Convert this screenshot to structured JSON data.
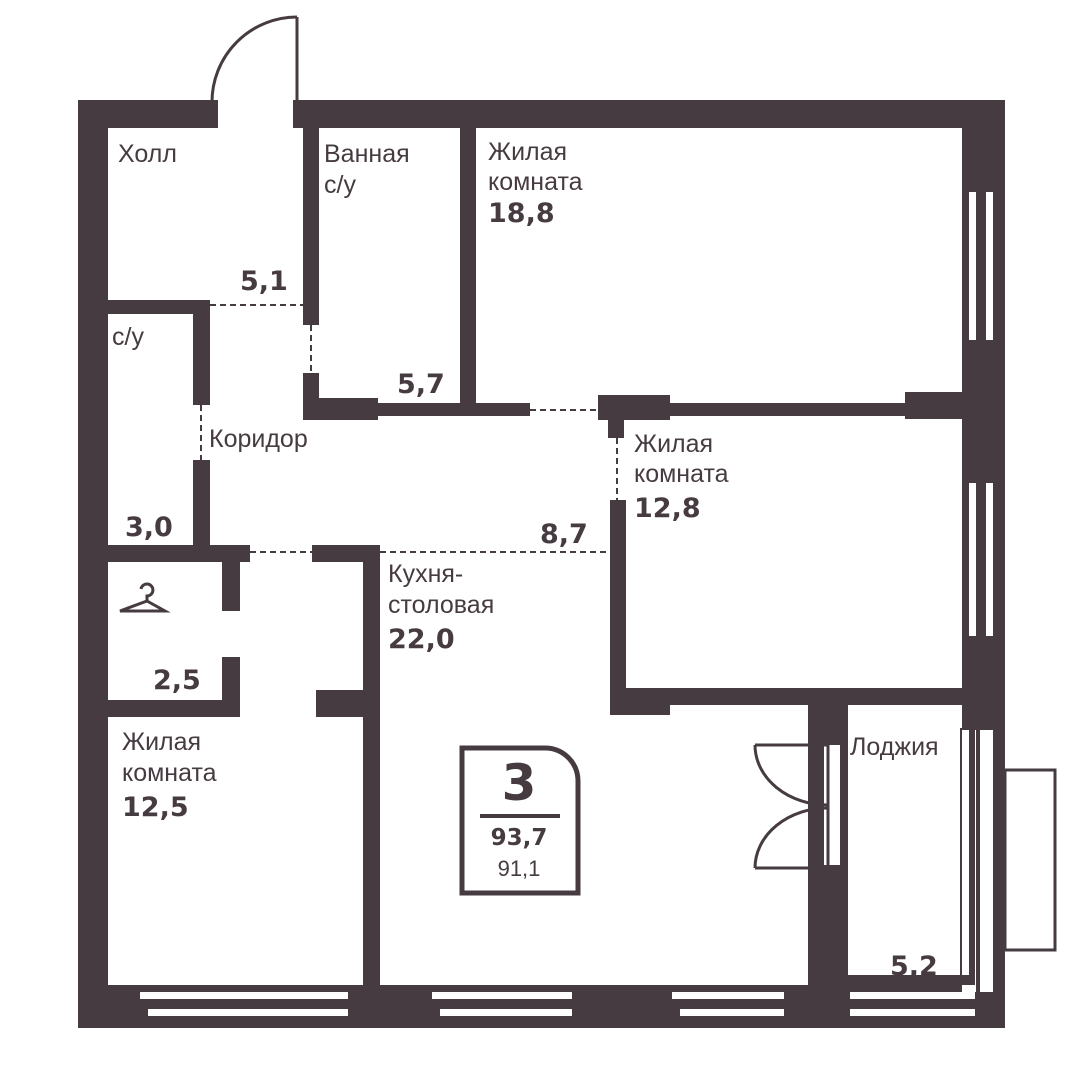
{
  "rooms": {
    "hall": {
      "label": "Холл",
      "area": "5,1"
    },
    "bathroom": {
      "label_line1": "Ванная",
      "label_line2": "с/у",
      "area": "5,7"
    },
    "living_1": {
      "label_line1": "Жилая",
      "label_line2": "комната",
      "area": "18,8"
    },
    "wc": {
      "label": "с/у",
      "area": "3,0"
    },
    "corridor": {
      "label": "Коридор",
      "area": "8,7"
    },
    "living_2": {
      "label_line1": "Жилая",
      "label_line2": "комната",
      "area": "12,8"
    },
    "closet": {
      "icon": "hanger-icon",
      "area": "2,5"
    },
    "kitchen": {
      "label_line1": "Кухня-",
      "label_line2": "столовая",
      "area": "22,0"
    },
    "living_3": {
      "label_line1": "Жилая",
      "label_line2": "комната",
      "area": "12,5"
    },
    "loggia": {
      "label": "Лоджия",
      "area": "5,2"
    }
  },
  "badge": {
    "rooms": "3",
    "total_area": "93,7",
    "living_area": "91,1"
  },
  "colors": {
    "wall": "#463b41",
    "background": "#ffffff"
  }
}
